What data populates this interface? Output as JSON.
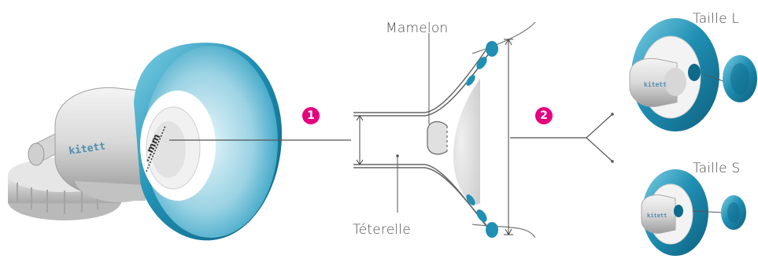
{
  "labels": {
    "nipple": "Mamelon",
    "flange": "Téterelle",
    "size_l": "Taille L",
    "size_s": "Taille S",
    "mm_marker": "…mm"
  },
  "steps": {
    "one": "1",
    "two": "2"
  },
  "product": {
    "brand_text": "kitett"
  },
  "colors": {
    "accent_teal": "#1f8fb3",
    "badge_magenta": "#e5007e",
    "line": "#555555"
  }
}
